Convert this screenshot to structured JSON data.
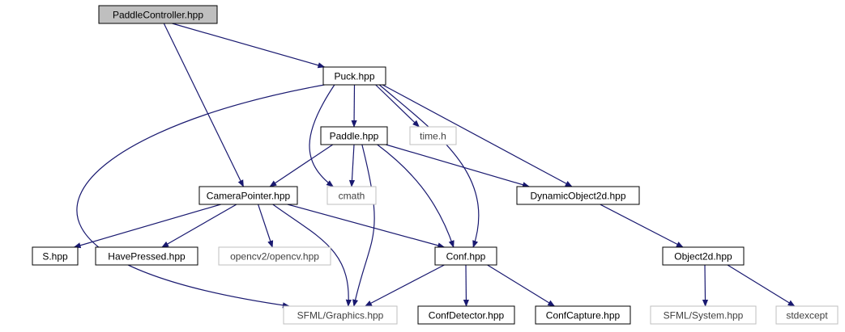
{
  "graph": {
    "colors": {
      "edge": "#191970",
      "node_border": "#000000",
      "external_border": "#bfbfbf",
      "external_text": "#404040",
      "root_fill": "#bfbfbf",
      "text": "#000000"
    },
    "nodes": [
      {
        "id": "paddlecontroller",
        "label": "PaddleController.hpp",
        "kind": "root"
      },
      {
        "id": "puck",
        "label": "Puck.hpp",
        "kind": "file"
      },
      {
        "id": "paddle",
        "label": "Paddle.hpp",
        "kind": "file"
      },
      {
        "id": "time",
        "label": "time.h",
        "kind": "external"
      },
      {
        "id": "camerapointer",
        "label": "CameraPointer.hpp",
        "kind": "file"
      },
      {
        "id": "cmath",
        "label": "cmath",
        "kind": "external"
      },
      {
        "id": "dynamicobject2d",
        "label": "DynamicObject2d.hpp",
        "kind": "file"
      },
      {
        "id": "s",
        "label": "S.hpp",
        "kind": "file"
      },
      {
        "id": "havepressed",
        "label": "HavePressed.hpp",
        "kind": "file"
      },
      {
        "id": "opencv",
        "label": "opencv2/opencv.hpp",
        "kind": "external"
      },
      {
        "id": "conf",
        "label": "Conf.hpp",
        "kind": "file"
      },
      {
        "id": "object2d",
        "label": "Object2d.hpp",
        "kind": "file"
      },
      {
        "id": "sfmlgraphics",
        "label": "SFML/Graphics.hpp",
        "kind": "external"
      },
      {
        "id": "confdetector",
        "label": "ConfDetector.hpp",
        "kind": "file"
      },
      {
        "id": "confcapture",
        "label": "ConfCapture.hpp",
        "kind": "file"
      },
      {
        "id": "sfmlsystem",
        "label": "SFML/System.hpp",
        "kind": "external"
      },
      {
        "id": "stdexcept",
        "label": "stdexcept",
        "kind": "external"
      }
    ],
    "edges": [
      {
        "from": "paddlecontroller",
        "to": "puck"
      },
      {
        "from": "paddlecontroller",
        "to": "camerapointer"
      },
      {
        "from": "puck",
        "to": "paddle"
      },
      {
        "from": "puck",
        "to": "time"
      },
      {
        "from": "puck",
        "to": "cmath"
      },
      {
        "from": "puck",
        "to": "dynamicobject2d"
      },
      {
        "from": "puck",
        "to": "conf"
      },
      {
        "from": "puck",
        "to": "sfmlgraphics"
      },
      {
        "from": "paddle",
        "to": "camerapointer"
      },
      {
        "from": "paddle",
        "to": "cmath"
      },
      {
        "from": "paddle",
        "to": "dynamicobject2d"
      },
      {
        "from": "paddle",
        "to": "conf"
      },
      {
        "from": "paddle",
        "to": "sfmlgraphics"
      },
      {
        "from": "camerapointer",
        "to": "s"
      },
      {
        "from": "camerapointer",
        "to": "havepressed"
      },
      {
        "from": "camerapointer",
        "to": "opencv"
      },
      {
        "from": "camerapointer",
        "to": "conf"
      },
      {
        "from": "camerapointer",
        "to": "sfmlgraphics"
      },
      {
        "from": "dynamicobject2d",
        "to": "object2d"
      },
      {
        "from": "conf",
        "to": "sfmlgraphics"
      },
      {
        "from": "conf",
        "to": "confdetector"
      },
      {
        "from": "conf",
        "to": "confcapture"
      },
      {
        "from": "object2d",
        "to": "sfmlsystem"
      },
      {
        "from": "object2d",
        "to": "stdexcept"
      }
    ]
  }
}
